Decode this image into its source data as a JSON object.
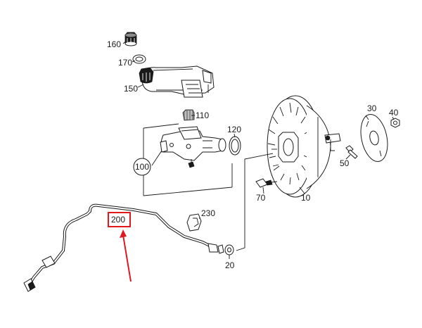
{
  "callouts": {
    "p10": "10",
    "p20": "20",
    "p30": "30",
    "p40": "40",
    "p50": "50",
    "p70": "70",
    "p100": "100",
    "p110": "110",
    "p120": "120",
    "p150": "150",
    "p160": "160",
    "p170": "170",
    "p200": "200",
    "p230": "230"
  },
  "highlight": {
    "box_color": "#e0191f",
    "arrow_color": "#e0191f"
  }
}
